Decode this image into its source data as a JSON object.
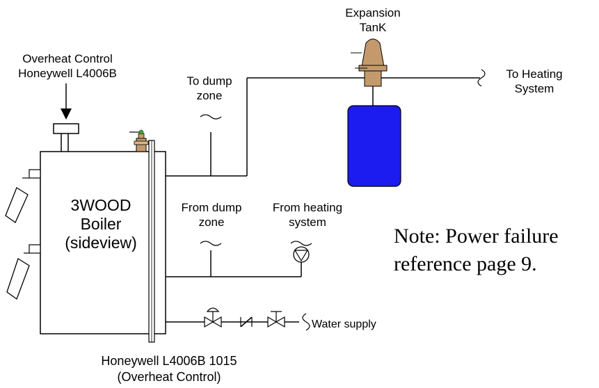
{
  "labels": {
    "expansion_tank": [
      "Expansion",
      "TanK"
    ],
    "overheat_control_top": [
      "Overheat Control",
      "Honeywell L4006B"
    ],
    "to_dump_zone": [
      "To dump",
      "zone"
    ],
    "to_heating_system": [
      "To Heating",
      "System"
    ],
    "boiler": [
      "3WOOD",
      "Boiler",
      "(sideview)"
    ],
    "from_dump_zone": [
      "From dump",
      "zone"
    ],
    "from_heating_system": [
      "From heating",
      "system"
    ],
    "water_supply": "Water supply",
    "overheat_control_bottom": [
      "Honeywell L4006B 1015",
      "(Overheat Control)"
    ]
  },
  "note": [
    "Note: Power failure",
    "reference page 9."
  ],
  "colors": {
    "line": "#000000",
    "tank_body": "#1c1cf0",
    "tank_valve": "#c49a6c",
    "relief_valve_green": "#3fa535"
  }
}
